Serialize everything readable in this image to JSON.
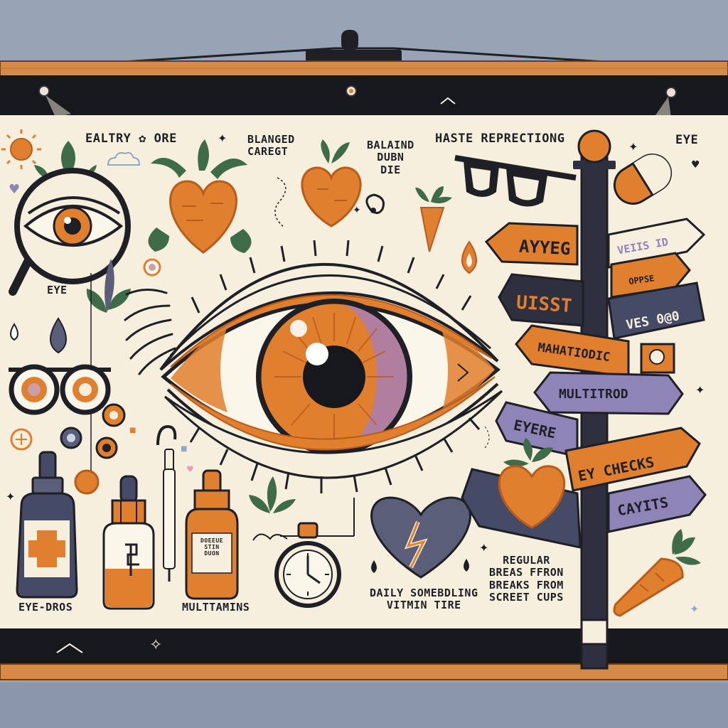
{
  "poster": {
    "colors": {
      "background": "#97a4b6",
      "paper": "#f6efdd",
      "frame_dark": "#17181d",
      "wood": "#d58a45",
      "orange": "#e07f2e",
      "purple": "#8f84b8",
      "navy": "#454a66",
      "leaf": "#3e6b48"
    },
    "labels": {
      "top_left": "EALTRY ✿ ORE",
      "balanced": "BLANGED\nCAREGT",
      "balaind": "BALAIND\nDUBN\nDIE",
      "haste": "HASTE REPRECTIONG",
      "eye_top_right": "EYE",
      "eye_left": "EYE",
      "eye_drops": "EYE-DROS",
      "multitamins": "MULTTAMINS",
      "daily": "DAILY SOMEBDLING\nVITMIN TIRE",
      "regular": "REGULAR\nBREAS FFRON\nBREAKS FROM\nSCREET CUPS",
      "bottle_label": "DOEEUE\nSTIN\nDUON"
    },
    "signs": [
      "AYYEG",
      "VEIIS ID",
      "OPPSE",
      "UISST",
      "VES 0@0",
      "MAHATIODIC",
      "MULTITROD",
      "EYERE",
      "EY CHECKS",
      "CAYITS"
    ],
    "icons": [
      "sun-icon",
      "cloud-icon",
      "magnifier-icon",
      "eye-icon",
      "carrot-icon",
      "heart-carrot-icon",
      "glasses-icon",
      "pill-icon",
      "drop-icon",
      "eye-drops-bottle-icon",
      "dropper-icon",
      "stopwatch-icon",
      "broken-heart-icon",
      "signpost-icon",
      "spotlight-icon"
    ]
  }
}
